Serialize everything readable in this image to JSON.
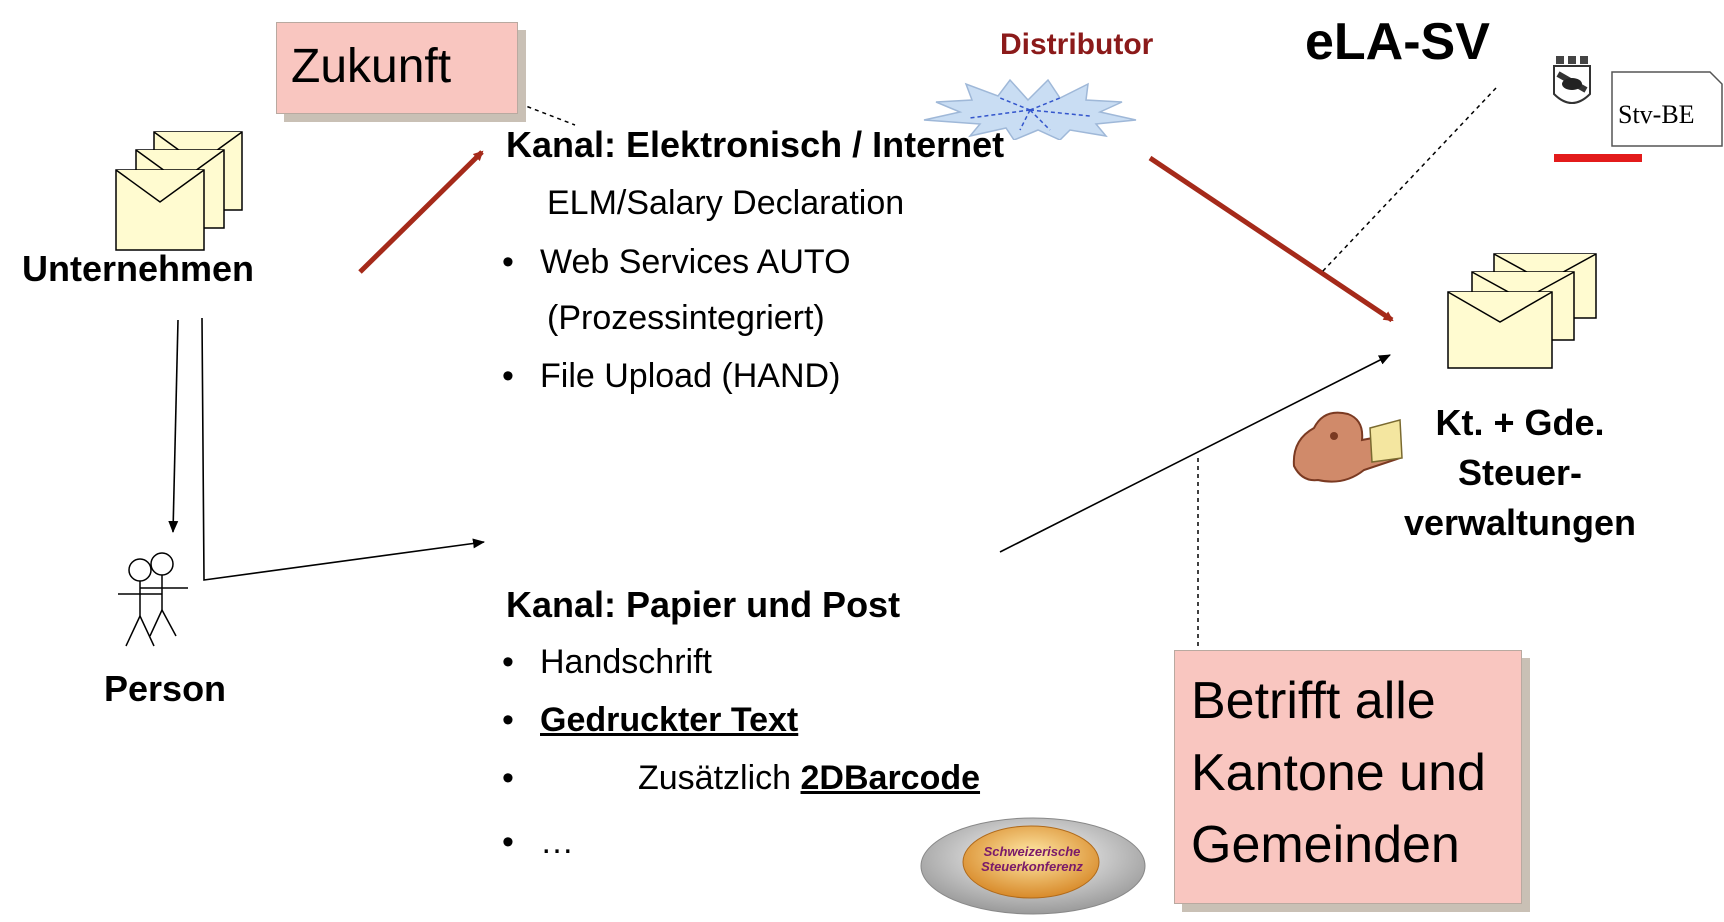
{
  "callouts": {
    "zukunft": "Zukunft",
    "betrifft_line1": "Betrifft alle",
    "betrifft_line2": "Kantone und",
    "betrifft_line3": "Gemeinden"
  },
  "distributor_label": "Distributor",
  "ela_title": "eLA-SV",
  "stv_label": "Stv-BE",
  "actors": {
    "unternehmen": "Unternehmen",
    "person": "Person",
    "tax_line1": "Kt. + Gde.",
    "tax_line2": "Steuer-",
    "tax_line3": "verwaltungen"
  },
  "channel_electronic": {
    "heading": "Kanal: Elektronisch / Internet",
    "sub": "ELM/Salary Declaration",
    "items": [
      "Web Services AUTO",
      "(Prozessintegriert)",
      "File Upload (HAND)"
    ]
  },
  "channel_paper": {
    "heading": "Kanal: Papier und Post",
    "items": [
      "Handschrift",
      "Gedruckter Text",
      "Zusätzlich",
      "2DBarcode",
      "…"
    ]
  },
  "logo_text": [
    "Schweizerische",
    "Steuerkonferenz"
  ],
  "colors": {
    "arrow_red": "#a52a1a",
    "callout_fill": "#f9c6c0",
    "distributor_text": "#8b1a1a"
  }
}
